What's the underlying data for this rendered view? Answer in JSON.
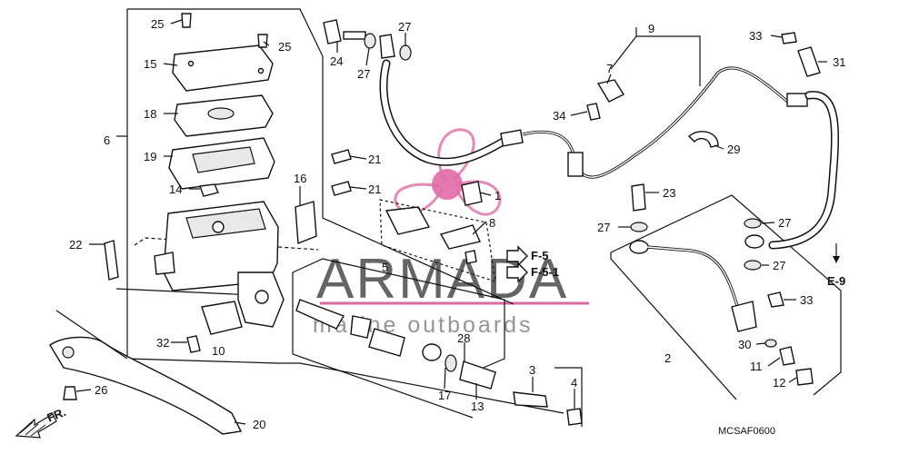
{
  "diagram": {
    "code": "MCSAF0600",
    "front_label": "FR."
  },
  "refs": {
    "f5": "F-5",
    "f51": "F-5-1",
    "e9": "E-9"
  },
  "callouts": [
    {
      "id": "c25a",
      "text": "25"
    },
    {
      "id": "c25b",
      "text": "25"
    },
    {
      "id": "c15",
      "text": "15"
    },
    {
      "id": "c18",
      "text": "18"
    },
    {
      "id": "c6",
      "text": "6"
    },
    {
      "id": "c19",
      "text": "19"
    },
    {
      "id": "c14",
      "text": "14"
    },
    {
      "id": "c22",
      "text": "22"
    },
    {
      "id": "c32",
      "text": "32"
    },
    {
      "id": "c10",
      "text": "10"
    },
    {
      "id": "c26",
      "text": "26"
    },
    {
      "id": "c20",
      "text": "20"
    },
    {
      "id": "c16",
      "text": "16"
    },
    {
      "id": "c21a",
      "text": "21"
    },
    {
      "id": "c21b",
      "text": "21"
    },
    {
      "id": "c24",
      "text": "24"
    },
    {
      "id": "c27a",
      "text": "27"
    },
    {
      "id": "c27b",
      "text": "27"
    },
    {
      "id": "c1",
      "text": "1"
    },
    {
      "id": "c8",
      "text": "8"
    },
    {
      "id": "c5",
      "text": "5"
    },
    {
      "id": "c28",
      "text": "28"
    },
    {
      "id": "c17",
      "text": "17"
    },
    {
      "id": "c13",
      "text": "13"
    },
    {
      "id": "c3",
      "text": "3"
    },
    {
      "id": "c4",
      "text": "4"
    },
    {
      "id": "c9",
      "text": "9"
    },
    {
      "id": "c7",
      "text": "7"
    },
    {
      "id": "c34",
      "text": "34"
    },
    {
      "id": "c29",
      "text": "29"
    },
    {
      "id": "c33a",
      "text": "33"
    },
    {
      "id": "c31",
      "text": "31"
    },
    {
      "id": "c23",
      "text": "23"
    },
    {
      "id": "c27c",
      "text": "27"
    },
    {
      "id": "c27d",
      "text": "27"
    },
    {
      "id": "c27e",
      "text": "27"
    },
    {
      "id": "c33b",
      "text": "33"
    },
    {
      "id": "c2",
      "text": "2"
    },
    {
      "id": "c30",
      "text": "30"
    },
    {
      "id": "c11",
      "text": "11"
    },
    {
      "id": "c12",
      "text": "12"
    }
  ],
  "watermark": {
    "title": "ARMADA",
    "subtitle": "marine outboards",
    "colors": {
      "propeller": "#e58ab8",
      "hub": "#e06aa6",
      "underline": "#d76aa3"
    }
  }
}
